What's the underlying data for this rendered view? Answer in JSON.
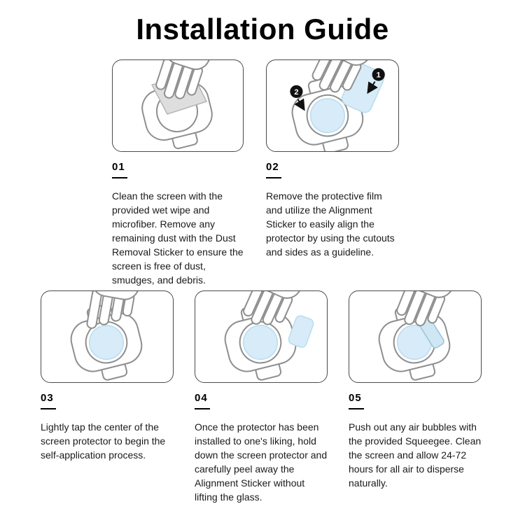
{
  "title": "Installation Guide",
  "colors": {
    "film_blue": "#d7ecf8",
    "line_gray": "#8f8f8f",
    "text": "#1a1a1a"
  },
  "steps": [
    {
      "number": "01",
      "description": "Clean the screen with the provided wet wipe and microfiber. Remove any remaining dust with the Dust Removal Sticker to ensure the screen is free of dust, smudges, and debris."
    },
    {
      "number": "02",
      "description": "Remove the protective film and utilize the Alignment Sticker to easily align the protector by using the cutouts and sides as a guideline.",
      "callouts": [
        "1",
        "2"
      ]
    },
    {
      "number": "03",
      "description": "Lightly tap the center of the screen protector to begin the self-application process."
    },
    {
      "number": "04",
      "description": "Once the protector has been installed to one's liking, hold down the screen protector and carefully peel away the Alignment Sticker without lifting the glass."
    },
    {
      "number": "05",
      "description": "Push out any air bubbles with the provided Squeegee. Clean the screen and allow 24-72 hours for all air to disperse naturally."
    }
  ]
}
